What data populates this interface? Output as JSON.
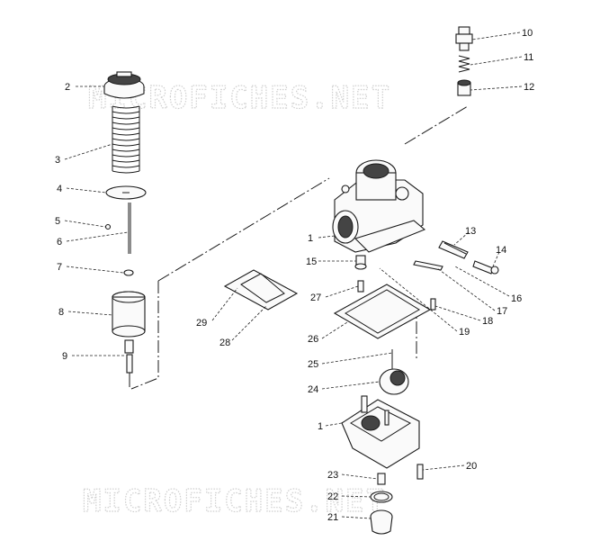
{
  "watermark": {
    "text": "MICROFICHES.NET"
  },
  "callouts": {
    "c1": "1",
    "c2": "2",
    "c3": "3",
    "c4": "4",
    "c5": "5",
    "c6": "6",
    "c7": "7",
    "c8": "8",
    "c9": "9",
    "c10": "10",
    "c11": "11",
    "c12": "12",
    "c13": "13",
    "c14": "14",
    "c15": "15",
    "c16": "16",
    "c17": "17",
    "c18": "18",
    "c19": "19",
    "c20": "20",
    "c21": "21",
    "c22": "22",
    "c23": "23",
    "c24": "24",
    "c25": "25",
    "c26": "26",
    "c27": "27",
    "c28": "28",
    "c29": "29"
  }
}
